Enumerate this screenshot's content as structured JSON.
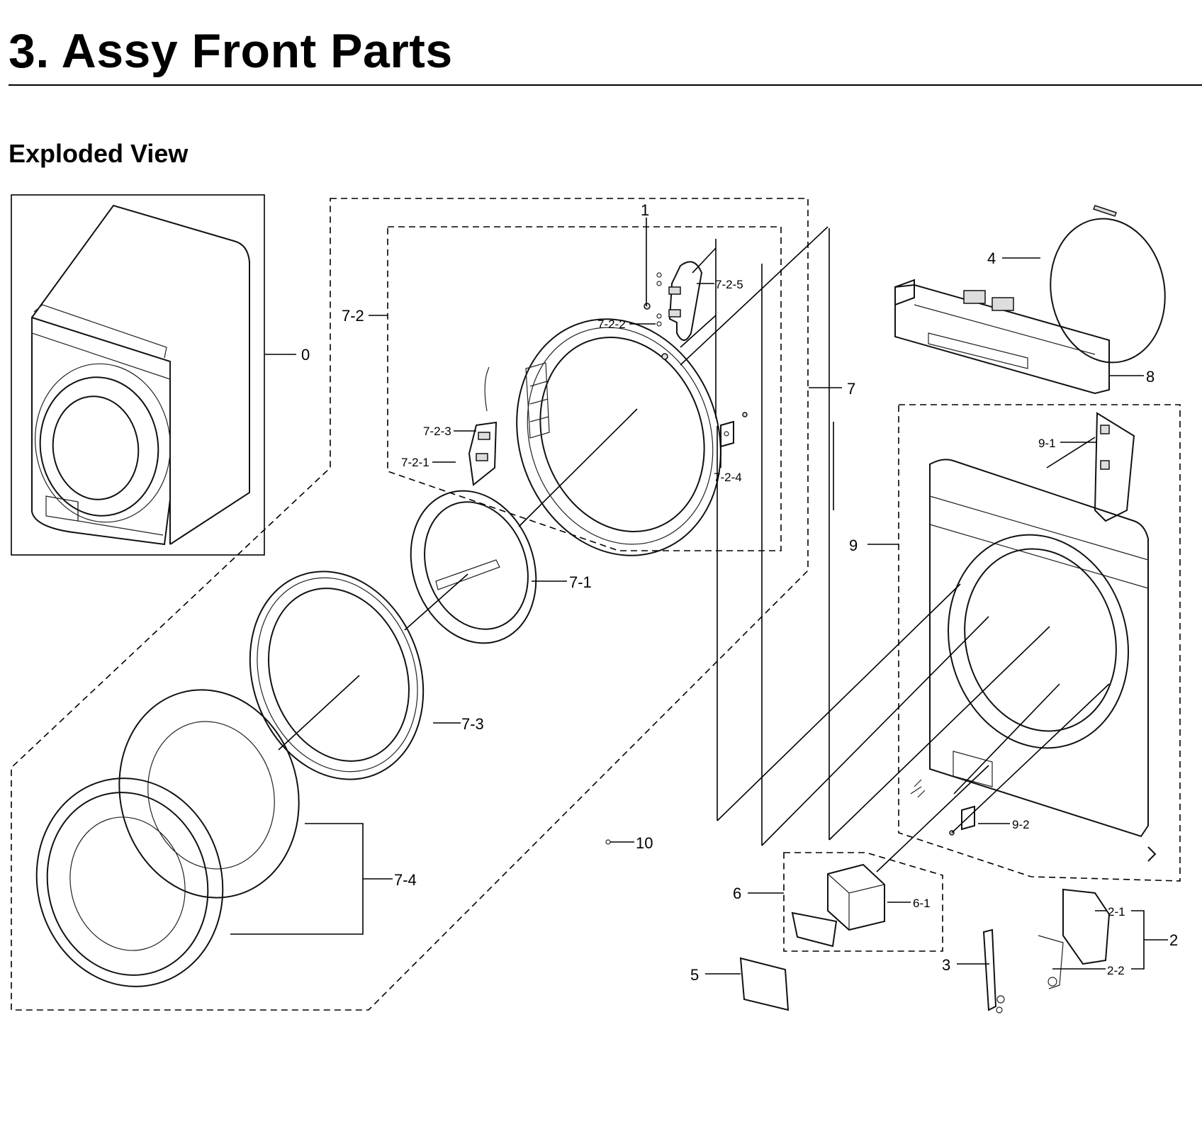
{
  "header": {
    "title": "3.  Assy Front Parts",
    "section": "Exploded View"
  },
  "callouts": {
    "c0": "0",
    "c1": "1",
    "c7_2_5": "7-2-5",
    "c7_2_2": "7-2-2",
    "c7_2": "7-2",
    "c7_2_3": "7-2-3",
    "c7_2_1": "7-2-1",
    "c7_2_4": "7-2-4",
    "c7": "7",
    "c7_1": "7-1",
    "c7_3": "7-3",
    "c7_4": "7-4",
    "c4": "4",
    "c8": "8",
    "c9_1": "9-1",
    "c9": "9",
    "c9_2": "9-2",
    "c10": "10",
    "c6": "6",
    "c6_1": "6-1",
    "c2_1": "2-1",
    "c2": "2",
    "c2_2": "2-2",
    "c3": "3",
    "c5": "5"
  }
}
